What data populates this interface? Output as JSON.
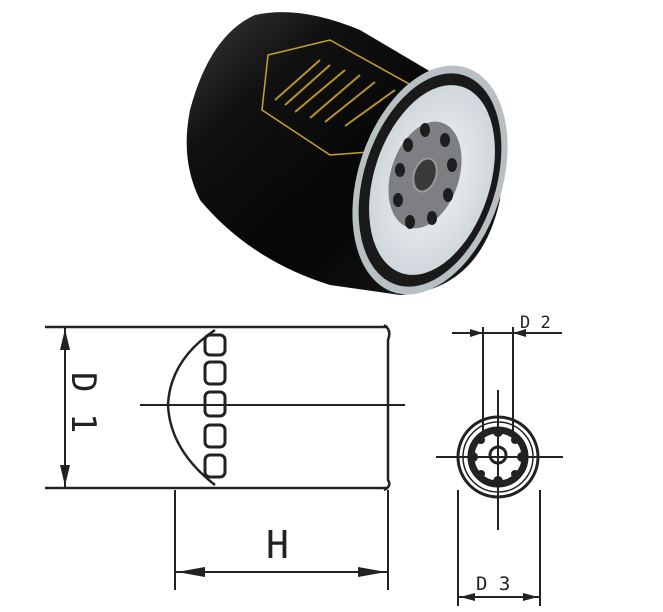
{
  "photo": {
    "subject": "oil-filter",
    "body_color": "#0d0d0d",
    "label_border_color": "#c9a227",
    "base_plate_color": "#dfe6ea"
  },
  "drawing": {
    "side_view": {
      "height_label": "H",
      "diameter_label": "D 1"
    },
    "end_view": {
      "thread_label": "D 2",
      "gasket_label": "D 3"
    },
    "line_color": "#222222"
  }
}
